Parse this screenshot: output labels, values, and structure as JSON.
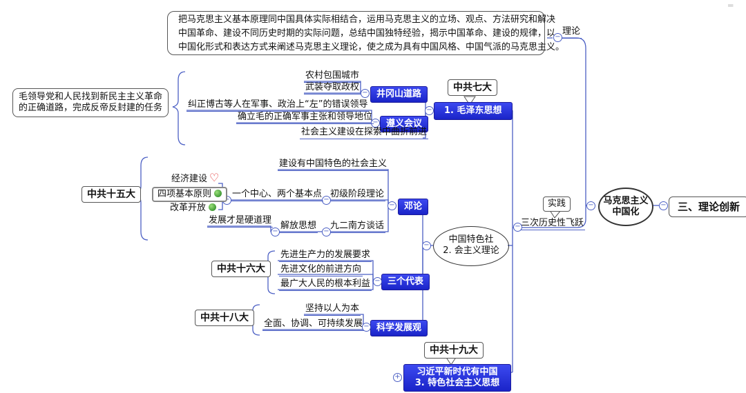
{
  "root": {
    "label": "三、理论创新"
  },
  "center": {
    "line1": "马克思主义",
    "line2": "中国化"
  },
  "theory_label": "理论",
  "theory_text": [
    "把马克思主义基本原理同中国具体实际相结合，运用马克思主义的立场、观点、方法研究和解决",
    "中国革命、建设不同历史时期的实际问题，总结中国独特经验，揭示中国革命、建设的规律，以",
    "中国化形式和表达方式来阐述马克思主义理论，使之成为具有中国风格、中国气派的马克思主义。"
  ],
  "practice_label": "实践",
  "three_leaps": "三次历史性飞跃",
  "mao": {
    "label": "1.  毛泽东思想",
    "congress": "中共七大",
    "jinggangshan": "井冈山道路",
    "jgs_items": [
      "农村包围城市",
      "武装夺取政权"
    ],
    "zunyi": "遵义会议",
    "zunyi_items": [
      "纠正博古等人在军事、政治上“左”的错误领导",
      "确立毛的正确军事主张和领导地位"
    ],
    "socialist": "社会主义建设在探索中曲折前进",
    "note_lines": [
      "毛领导党和人民找到新民主主义革命",
      "的正确道路，完成反帝反封建的任务"
    ]
  },
  "socialism": {
    "label_line1": "中国特色社",
    "label_line2": "2. 会主义理论",
    "deng": "邓论",
    "deng_congress": "中共十五大",
    "build": "建设有中国特色的社会主义",
    "primary": "初级阶段理论",
    "one_center": "一个中心、两个基本点",
    "econ": "经济建设",
    "four": "四项基本原则",
    "reform": "改革开放",
    "south": "九二南方谈话",
    "liberate": "解放思想",
    "dev": "发展才是硬道理",
    "three_rep": "三个代表",
    "three_congress": "中共十六大",
    "three_items": [
      "先进生产力的发展要求",
      "先进文化的前进方向",
      "最广大人民的根本利益"
    ],
    "sci": "科学发展观",
    "sci_congress": "中共十八大",
    "sci_items": [
      "坚持以人为本",
      "全面、协调、可持续发展"
    ]
  },
  "xi": {
    "line1": "习近平新时代有中国",
    "line2": "3. 特色社会主义思想",
    "congress": "中共十九大"
  },
  "colors": {
    "accent": "#1a24c8",
    "line": "#4b5fc4"
  }
}
